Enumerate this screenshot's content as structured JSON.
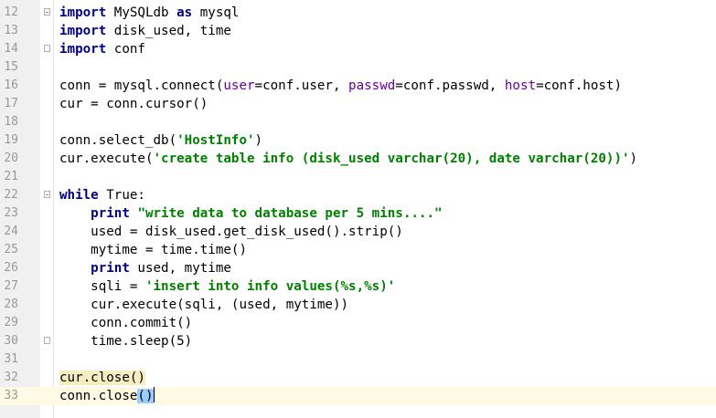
{
  "editor": {
    "lines": [
      {
        "num": "12",
        "tokens": [
          {
            "t": "import",
            "c": "kw"
          },
          {
            "t": " MySQLdb "
          },
          {
            "t": "as",
            "c": "kw"
          },
          {
            "t": " mysql"
          }
        ],
        "fold": "open"
      },
      {
        "num": "13",
        "tokens": [
          {
            "t": "import",
            "c": "kw"
          },
          {
            "t": " disk_used, time"
          }
        ]
      },
      {
        "num": "14",
        "tokens": [
          {
            "t": "import",
            "c": "kw"
          },
          {
            "t": " conf"
          }
        ],
        "fold": "close"
      },
      {
        "num": "15",
        "tokens": []
      },
      {
        "num": "16",
        "tokens": [
          {
            "t": "conn = mysql.connect("
          },
          {
            "t": "user",
            "c": "param"
          },
          {
            "t": "=conf.user, "
          },
          {
            "t": "passwd",
            "c": "param"
          },
          {
            "t": "=conf.passwd, "
          },
          {
            "t": "host",
            "c": "param"
          },
          {
            "t": "=conf.host)"
          }
        ]
      },
      {
        "num": "17",
        "tokens": [
          {
            "t": "cur = conn.cursor()"
          }
        ]
      },
      {
        "num": "18",
        "tokens": []
      },
      {
        "num": "19",
        "tokens": [
          {
            "t": "conn.select_db("
          },
          {
            "t": "'HostInfo'",
            "c": "str"
          },
          {
            "t": ")"
          }
        ]
      },
      {
        "num": "20",
        "tokens": [
          {
            "t": "cur.execute("
          },
          {
            "t": "'create table info (disk_used varchar(20), date varchar(20))'",
            "c": "str"
          },
          {
            "t": ")"
          }
        ]
      },
      {
        "num": "21",
        "tokens": []
      },
      {
        "num": "22",
        "tokens": [
          {
            "t": "while",
            "c": "kw"
          },
          {
            "t": " True:"
          }
        ],
        "fold": "open"
      },
      {
        "num": "23",
        "tokens": [
          {
            "t": "    "
          },
          {
            "t": "print",
            "c": "kw"
          },
          {
            "t": " "
          },
          {
            "t": "\"write data to database per 5 mins....\"",
            "c": "str"
          }
        ]
      },
      {
        "num": "24",
        "tokens": [
          {
            "t": "    used = disk_used.get_disk_used().strip()"
          }
        ]
      },
      {
        "num": "25",
        "tokens": [
          {
            "t": "    mytime = time.time()"
          }
        ]
      },
      {
        "num": "26",
        "tokens": [
          {
            "t": "    "
          },
          {
            "t": "print",
            "c": "kw"
          },
          {
            "t": " used, mytime"
          }
        ]
      },
      {
        "num": "27",
        "tokens": [
          {
            "t": "    sqli = "
          },
          {
            "t": "'insert into info values(%s,%s)'",
            "c": "str"
          }
        ]
      },
      {
        "num": "28",
        "tokens": [
          {
            "t": "    cur.execute(sqli, (used, mytime))"
          }
        ]
      },
      {
        "num": "29",
        "tokens": [
          {
            "t": "    conn.commit()"
          }
        ]
      },
      {
        "num": "30",
        "tokens": [
          {
            "t": "    time.sleep(5)"
          }
        ],
        "fold": "close"
      },
      {
        "num": "31",
        "tokens": []
      },
      {
        "num": "32",
        "tokens": [
          {
            "t": "cur.close()",
            "c": "hl-stmt"
          }
        ]
      },
      {
        "num": "33",
        "tokens": [
          {
            "t": "conn.close"
          },
          {
            "t": "()",
            "c": "hl-brace"
          }
        ],
        "current": true,
        "caret": true
      }
    ]
  },
  "colors": {
    "keyword": "#000080",
    "string": "#008000",
    "parameter": "#660099",
    "current_line": "#fffae3",
    "brace_match": "#99ccff",
    "line_number": "#999999"
  }
}
